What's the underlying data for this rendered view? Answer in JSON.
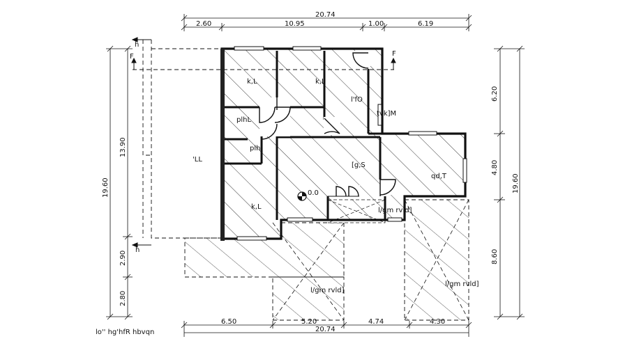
{
  "dimensions": {
    "top_total": "20.74",
    "top_segments": [
      "2.60",
      "10.95",
      "1.00",
      "6.19"
    ],
    "bottom_total": "20.74",
    "bottom_segments": [
      "6.50",
      "5.20",
      "4.74",
      "4.30"
    ],
    "left_outer": "19.60",
    "left_inner": [
      "13.90",
      "2.90",
      "2.80"
    ],
    "right_outer": "19.60",
    "right_inner": [
      "6.20",
      "4.80",
      "8.60"
    ]
  },
  "section_marks": {
    "left_top": "h",
    "left_bottom": "h",
    "left_f": "F",
    "right_f": "F"
  },
  "rooms": {
    "kl_top_left": "k,L",
    "kl_top_right": "k,L",
    "lfo": "l'fO",
    "tvk": "tvk]M",
    "plhl": "plhL",
    "plh": "plh",
    "ll": "'LL",
    "gs": "[g,S",
    "qd": "qd,T",
    "kl_lower": "k,L",
    "level": "0.0",
    "lgm_center": "l/gm rvld]",
    "lgm_bottom": "l/gm rvld]",
    "lgm_right": "l/gm rvld]"
  },
  "caption": "lo'' hg'hfR hbvqn"
}
